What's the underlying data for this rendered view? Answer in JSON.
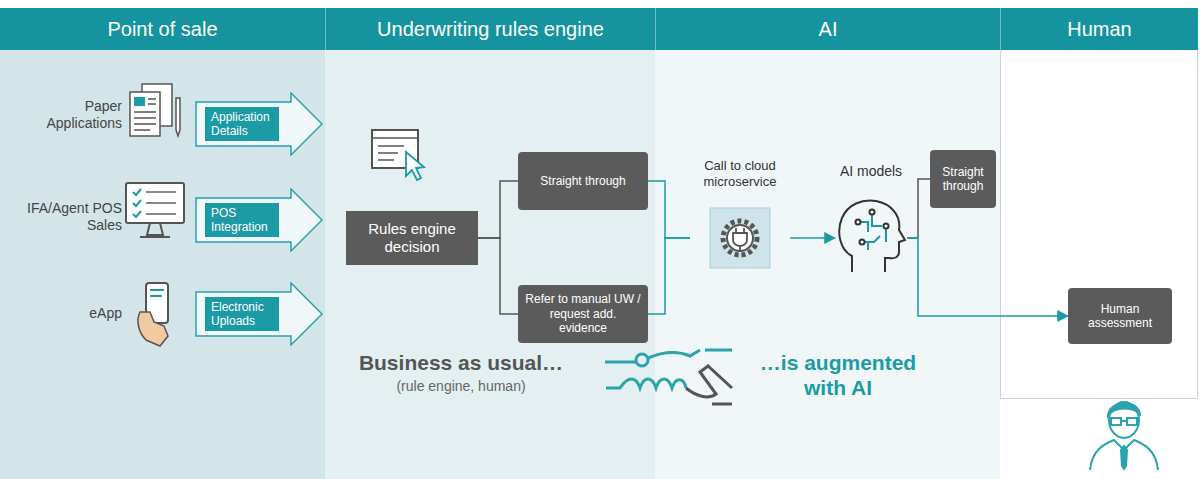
{
  "diagram": {
    "nodes": [
      {
        "text": [
          "Point of sale"
        ]
      },
      {
        "text": [
          "Underwriting rules engine"
        ]
      },
      {
        "text": [
          "AI"
        ]
      },
      {
        "text": [
          "Human"
        ]
      },
      {
        "text": [
          "Application Details"
        ],
        "in": 0
      },
      {
        "text": [
          "POS Integration"
        ],
        "in": 0
      },
      {
        "text": [
          "Electronic Uploads"
        ],
        "in": 0
      },
      {
        "text": [
          "Rules engine decision"
        ],
        "in": 1
      },
      {
        "text": [
          "Straight through"
        ],
        "in": 1
      },
      {
        "text": [
          "Refer to manual UW / request add. evidence"
        ],
        "in": 1
      },
      {
        "text": [
          "Call to cloud microservice"
        ],
        "in": 2
      },
      {
        "text": [
          "AI models"
        ],
        "in": 2
      },
      {
        "text": [
          "Straight through"
        ],
        "in": 2
      },
      {
        "text": [
          "Human assessment"
        ],
        "in": 3
      }
    ],
    "edges": [
      {
        "from": 7,
        "to": 8,
        "arrow": "none"
      },
      {
        "from": 7,
        "to": 9,
        "arrow": "none"
      },
      {
        "from": 8,
        "to": 10,
        "arrow": "none"
      },
      {
        "from": 9,
        "to": 10,
        "arrow": "none"
      },
      {
        "from": 10,
        "to": 11,
        "arrow": "to"
      },
      {
        "from": 11,
        "to": 12,
        "arrow": "none"
      },
      {
        "from": 11,
        "to": 13,
        "arrow": "to"
      }
    ],
    "labels": [
      "Paper Applications",
      "IFA/Agent POS Sales",
      "eApp",
      "Business as usual…",
      "(rule engine, human)",
      "…is augmented with AI"
    ]
  }
}
